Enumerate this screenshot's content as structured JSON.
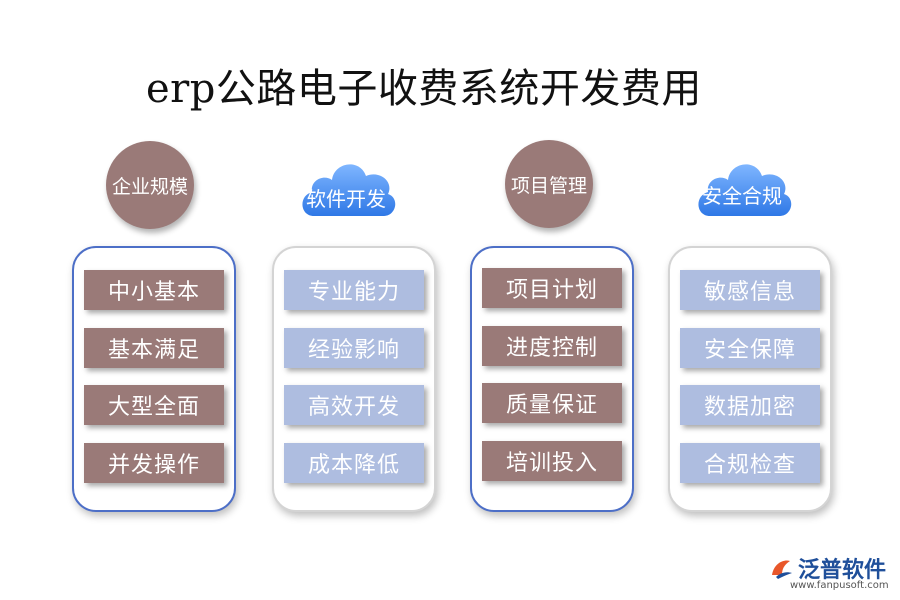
{
  "title": "erp公路电子收费系统开发费用",
  "columns": [
    {
      "header": "企业规模",
      "items": [
        "中小基本",
        "基本满足",
        "大型全面",
        "并发操作"
      ]
    },
    {
      "header": "软件开发",
      "items": [
        "专业能力",
        "经验影响",
        "高效开发",
        "成本降低"
      ]
    },
    {
      "header": "项目管理",
      "items": [
        "项目计划",
        "进度控制",
        "质量保证",
        "培训投入"
      ]
    },
    {
      "header": "安全合规",
      "items": [
        "敏感信息",
        "安全保障",
        "数据加密",
        "合规检查"
      ]
    }
  ],
  "logo": {
    "name": "泛普软件",
    "url": "www.fanpusoft.com"
  },
  "colors": {
    "brown": "#9a7a78",
    "light_blue": "#aebde0",
    "cloud_blue": "#4a8ff0",
    "border_blue": "#4d6fc7"
  }
}
